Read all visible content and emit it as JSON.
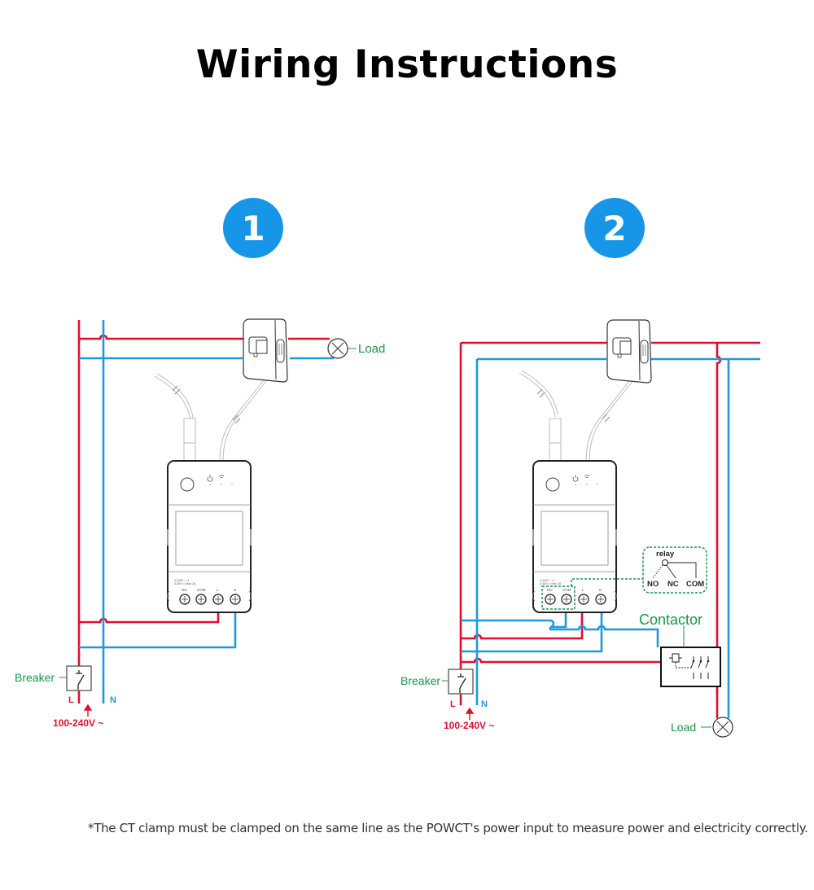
{
  "title": "Wiring Instructions",
  "colors": {
    "live_wire": "#e0102d",
    "neutral_wire": "#1a9ae0",
    "label_green": "#16994a",
    "badge_blue": "#1796e8"
  },
  "diagrams": [
    {
      "number": "1",
      "labels": {
        "load": "Load",
        "breaker": "Breaker",
        "live": "L",
        "neutral": "N",
        "voltage": "100-240V ~"
      },
      "device_terminals": [
        "NO",
        "COM",
        "L",
        "N"
      ]
    },
    {
      "number": "2",
      "labels": {
        "load": "Load",
        "breaker": "Breaker",
        "live": "L",
        "neutral": "N",
        "voltage": "100-240V ~",
        "contactor": "Contactor",
        "relay": "relay",
        "relay_no": "NO",
        "relay_nc": "NC",
        "relay_com": "COM"
      },
      "device_terminals": [
        "NO",
        "COM",
        "L",
        "N"
      ]
    }
  ],
  "footnote": "*The CT clamp must be clamped on the same line as the POWCT's power input to measure power and electricity correctly."
}
